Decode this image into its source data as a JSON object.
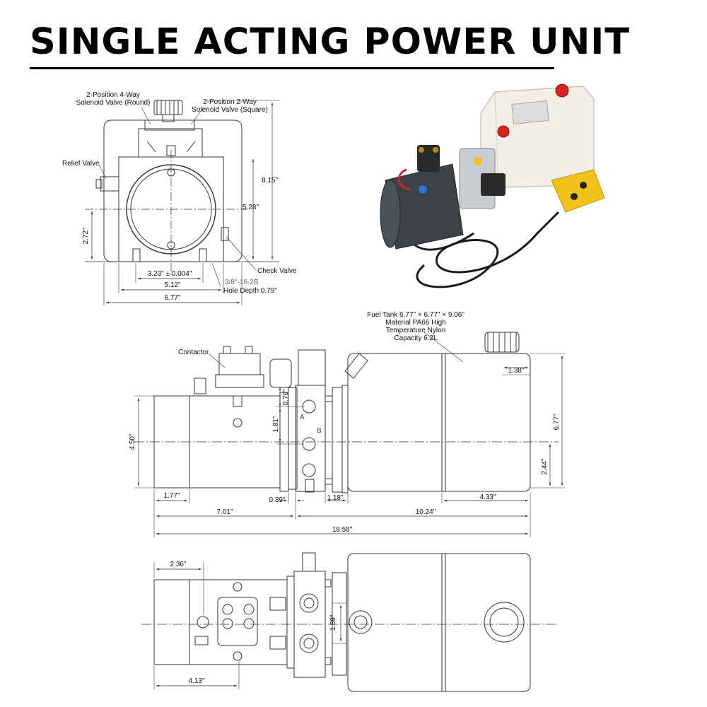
{
  "title": "SINGLE ACTING POWER UNIT",
  "front_view": {
    "labels": {
      "valve_4way_l1": "2-Position 4-Way",
      "valve_4way_l2": "Solenoid Valve (Round)",
      "valve_2way_l1": "2-Position 2-Way",
      "valve_2way_l2": "Solenoid Valve (Square)",
      "relief_valve": "Relief Valve",
      "check_valve": "Check Valve",
      "thread": "3/8\"-16-2B",
      "hole_depth": "Hole Depth 0.79\""
    },
    "dims": {
      "height_total": "8.15\"",
      "height_center": "5.28\"",
      "height_mount": "2.72\"",
      "bolt_spacing": "3.23\" ± 0.004\"",
      "base_width": "5.12\"",
      "overall_width": "6.77\""
    }
  },
  "side_view": {
    "labels": {
      "contactor": "Contactor",
      "tank_l1": "Fuel Tank 6.77\" × 6.77\" × 9.06\"",
      "tank_l2": "Material PA66 High",
      "tank_l3": "Temperature Nylon",
      "tank_l4": "Capacity 6.2L",
      "port_a": "A",
      "port_b": "B"
    },
    "dims": {
      "motor_diameter": "4.50\"",
      "port_a_offset": "0.79\"",
      "port_spacing": "1.81\"",
      "cap_width": "1.38\"",
      "tank_height": "6.77\"",
      "tank_center": "2.44\"",
      "motor_end": "1.77\"",
      "flange": "0.39\"",
      "block": "1.18\"",
      "tank_tail": "4.33\"",
      "motor_length": "7.01\"",
      "tank_length": "10.24\"",
      "overall_length": "18.58\""
    }
  },
  "top_view": {
    "dims": {
      "motor_offset": "2.36\"",
      "port_spacing": "1.89\"",
      "mount_offset": "4.13\""
    }
  },
  "photo": {
    "colors": {
      "tank": "#f2efe6",
      "motor": "#3c4248",
      "remote": "#f2c21b",
      "cap": "#d8231f"
    }
  }
}
